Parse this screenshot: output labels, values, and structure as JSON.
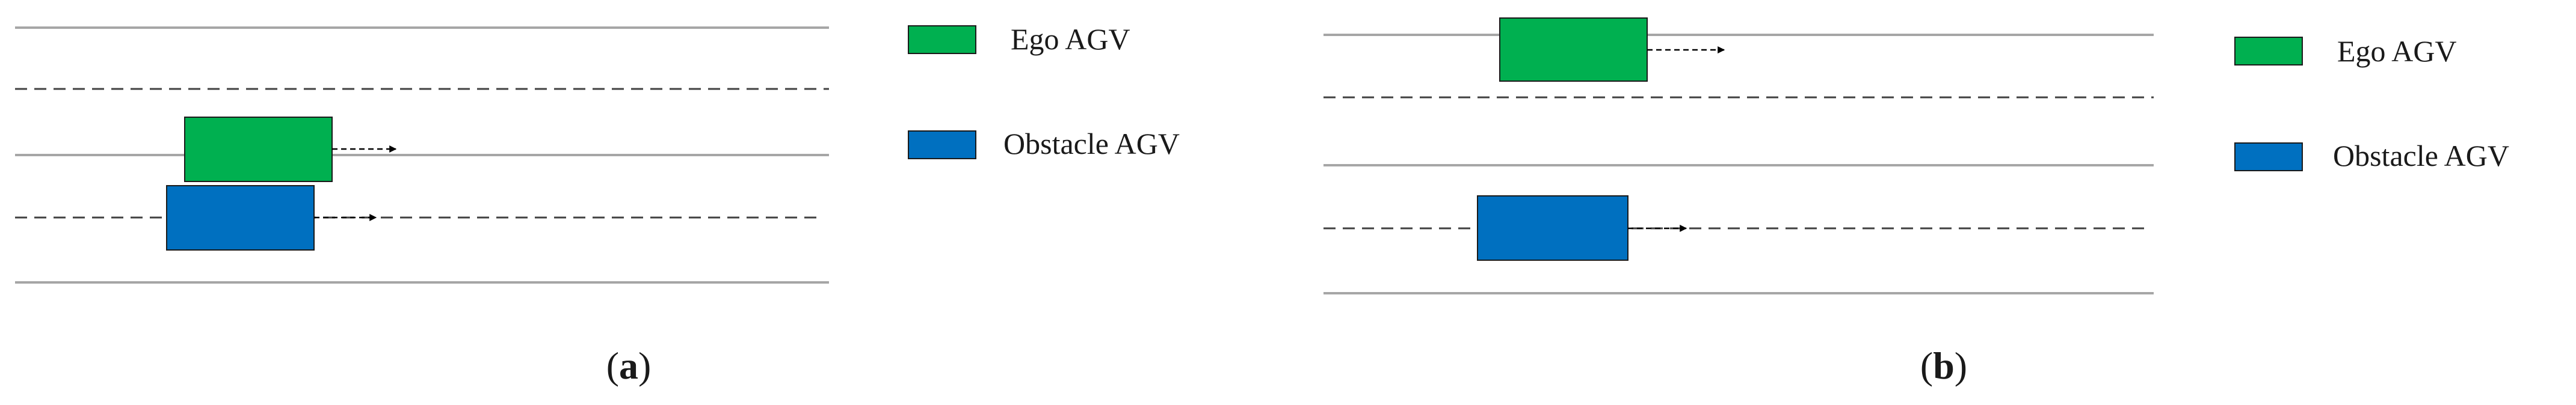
{
  "colors": {
    "ego": "#00b050",
    "obstacle": "#0070c0",
    "lane_line": "#a6a6a6",
    "dash_line": "#404040",
    "arrow": "#000000"
  },
  "panels": [
    {
      "caption_open": "(",
      "caption_letter": "a",
      "caption_close": ")",
      "legend": {
        "ego_label": "Ego AGV",
        "obstacle_label": "Obstacle AGV"
      }
    },
    {
      "caption_open": "(",
      "caption_letter": "b",
      "caption_close": ")",
      "legend": {
        "ego_label": "Ego AGV",
        "obstacle_label": "Obstacle AGV"
      }
    }
  ]
}
